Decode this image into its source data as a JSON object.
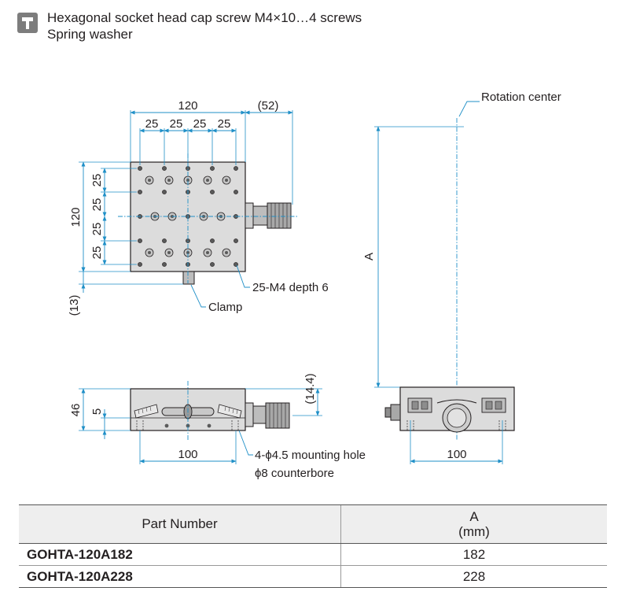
{
  "header": {
    "icon": "screw-icon",
    "line1": "Hexagonal socket head cap screw M4×10…4 screws",
    "line2": "Spring washer"
  },
  "drawing": {
    "line_color": "#1f8fc7",
    "outline_color": "#231f20",
    "top_view": {
      "width_dim": "120",
      "micrometer_dim": "(52)",
      "pitch_x": [
        "25",
        "25",
        "25",
        "25"
      ],
      "height_dim": "120",
      "pitch_y": [
        "25",
        "25",
        "25",
        "25"
      ],
      "clamp_offset": "(13)",
      "tap_note": "25-M4 depth 6",
      "clamp_label": "Clamp"
    },
    "front_view": {
      "height_dim": "46",
      "step_dim": "5",
      "offset_dim": "(14.4)",
      "hole_pitch": "100",
      "hole_note_line1": "4-ϕ4.5 mounting hole",
      "hole_note_line2": "ϕ8 counterbore"
    },
    "side_view": {
      "rotation_label": "Rotation center",
      "height_var": "A",
      "hole_pitch": "100"
    }
  },
  "table": {
    "headers": {
      "part": "Part Number",
      "a_line1": "A",
      "a_line2": "(mm)"
    },
    "rows": [
      {
        "part": "GOHTA-120A182",
        "a": "182"
      },
      {
        "part": "GOHTA-120A228",
        "a": "228"
      }
    ]
  }
}
